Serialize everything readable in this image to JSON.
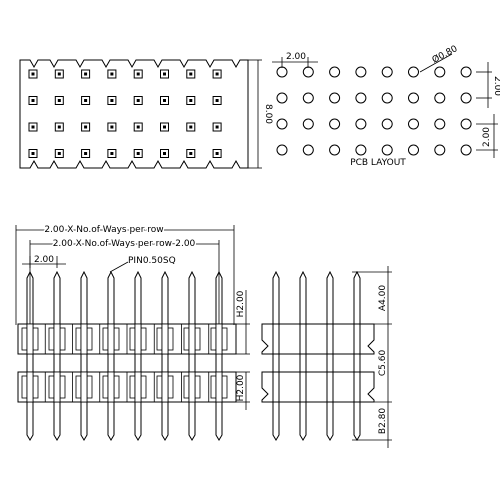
{
  "top_view": {
    "height_dim": "8.00"
  },
  "pcb_layout": {
    "title": "PCB LAYOUT",
    "pitch_x": "2.00",
    "pitch_y_right": "2.00",
    "pitch_y_bottom": "2.00",
    "hole_dia": "Ø0.80"
  },
  "front_view": {
    "overall_dim": "2.00 X No.of Ways per row",
    "inner_dim": "2.00 X No.of Ways per row-2.00",
    "pitch": "2.00",
    "pin_label": "PIN0.50SQ",
    "upper_h": "H2.00",
    "lower_h": "H2.00"
  },
  "side_view": {
    "a_dim": "A4.00",
    "c_dim": "C5.60",
    "b_dim": "B2.80"
  }
}
